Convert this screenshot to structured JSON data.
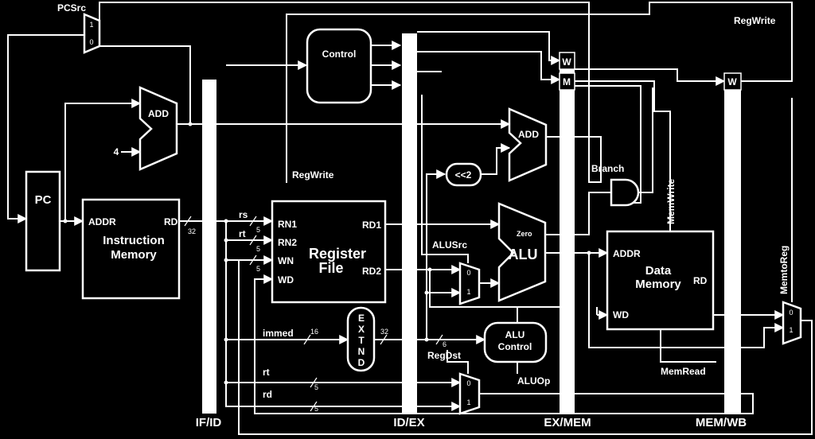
{
  "diagram": {
    "signals": {
      "pcsrc": "PCSrc",
      "regwrite_top": "RegWrite",
      "regwrite_rf": "RegWrite",
      "alusrc": "ALUSrc",
      "branch": "Branch",
      "memwrite": "MemWrite",
      "memread": "MemRead",
      "memtoreg": "MemtoReg",
      "regdst": "RegDst",
      "aluop": "ALUOp",
      "zero": "Zero"
    },
    "blocks": {
      "pc": "PC",
      "adder1": "ADD",
      "adder2": "ADD",
      "const4": "4",
      "imem_addr": "ADDR",
      "imem_rd": "RD",
      "imem_title1": "Instruction",
      "imem_title2": "Memory",
      "control": "Control",
      "rf_title1": "Register",
      "rf_title2": "File",
      "rf_rn1": "RN1",
      "rf_rn2": "RN2",
      "rf_wn": "WN",
      "rf_wd": "WD",
      "rf_rd1": "RD1",
      "rf_rd2": "RD2",
      "shift": "<<2",
      "alu": "ALU",
      "alu_control1": "ALU",
      "alu_control2": "Control",
      "dmem_addr": "ADDR",
      "dmem_wd": "WD",
      "dmem_rd": "RD",
      "dmem_title1": "Data",
      "dmem_title2": "Memory",
      "extend": [
        "E",
        "X",
        "T",
        "N",
        "D"
      ]
    },
    "mux": {
      "pc_1": "1",
      "pc_0": "0",
      "alusrc_0": "0",
      "alusrc_1": "1",
      "regdst_0": "0",
      "regdst_1": "1",
      "memtoreg_0": "0",
      "memtoreg_1": "1"
    },
    "fields": {
      "rs": "rs",
      "rt": "rt",
      "immed": "immed",
      "rt2": "rt",
      "rd": "rd"
    },
    "widths": {
      "w32a": "32",
      "w5a": "5",
      "w5b": "5",
      "w5c": "5",
      "w16": "16",
      "w32b": "32",
      "w6": "6",
      "w5d": "5",
      "w5e": "5"
    },
    "pipeline": {
      "ifid": "IF/ID",
      "idex": "ID/EX",
      "exmem": "EX/MEM",
      "memwb": "MEM/WB",
      "exmem_w": "W",
      "exmem_m": "M",
      "memwb_w": "W"
    }
  }
}
